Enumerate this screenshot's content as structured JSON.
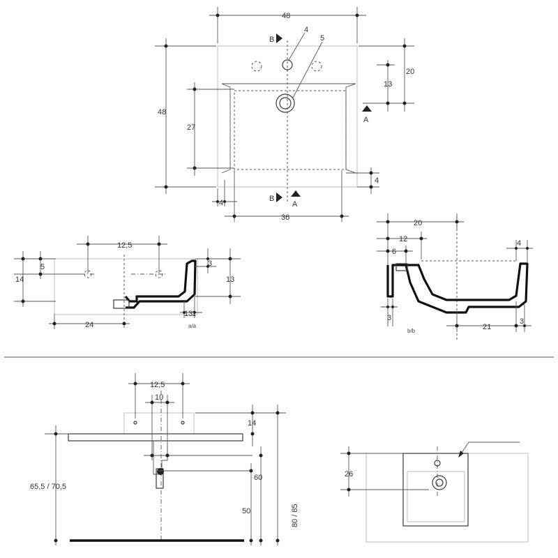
{
  "top_plan": {
    "width_top": "48",
    "height_left": "48",
    "section_b_top": "B",
    "callout_4": "4",
    "callout_5": "5",
    "dim_20": "20",
    "dim_13": "13",
    "dim_27": "27",
    "section_a_right": "A",
    "dim_4_right": "4",
    "dim_4_bottom": "4",
    "section_b_bottom": "B",
    "section_a_bottom": "A",
    "dim_36": "36"
  },
  "section_aa": {
    "dim_12_5": "12,5",
    "dim_5": "5",
    "dim_14": "14",
    "dim_3": "3",
    "dim_13": "13",
    "dim_24": "24",
    "dim_13_bottom": "13",
    "dim_1": "1",
    "caption": "a/a"
  },
  "section_bb": {
    "dim_20": "20",
    "dim_12": "12",
    "dim_6": "6",
    "dim_4": "4",
    "dim_3_left": "3",
    "dim_21": "21",
    "dim_3_right": "3",
    "caption": "b/b"
  },
  "install_side": {
    "dim_12_5": "12,5",
    "dim_10": "10",
    "dim_14": "14",
    "dim_height_basin": "65,5 / 70,5",
    "dim_60": "60",
    "dim_50": "50",
    "dim_height_total": "80 / 85"
  },
  "install_front": {
    "dim_26": "26"
  }
}
